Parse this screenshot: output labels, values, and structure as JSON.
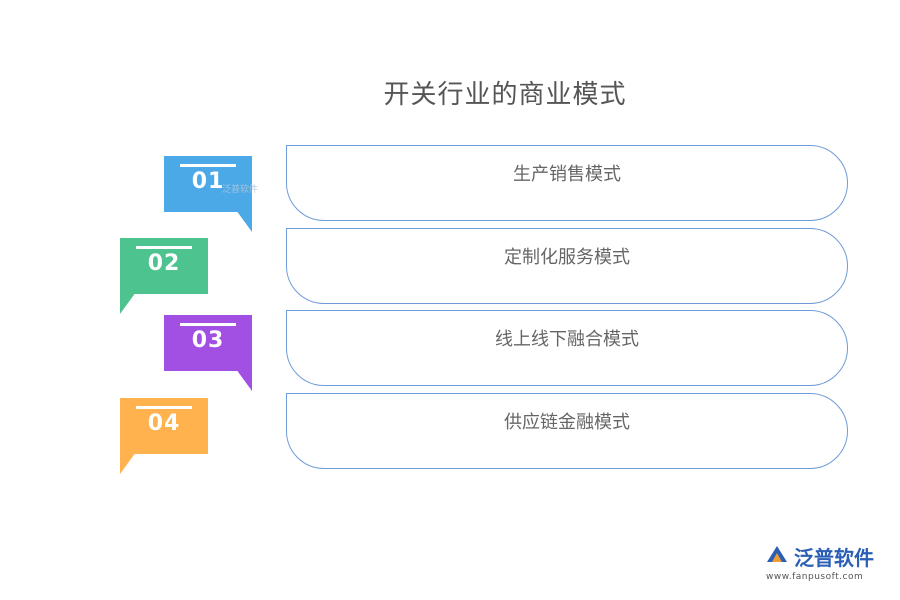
{
  "title": "开关行业的商业模式",
  "rows": [
    {
      "number": "01",
      "label": "生产销售模式",
      "color": "#4aa9e6"
    },
    {
      "number": "02",
      "label": "定制化服务模式",
      "color": "#4dc48f"
    },
    {
      "number": "03",
      "label": "线上线下融合模式",
      "color": "#a24fe3"
    },
    {
      "number": "04",
      "label": "供应链金融模式",
      "color": "#ffb24d"
    }
  ],
  "watermark": "泛普软件",
  "logo": {
    "brand": "泛普软件",
    "url": "www.fanpusoft.com"
  }
}
